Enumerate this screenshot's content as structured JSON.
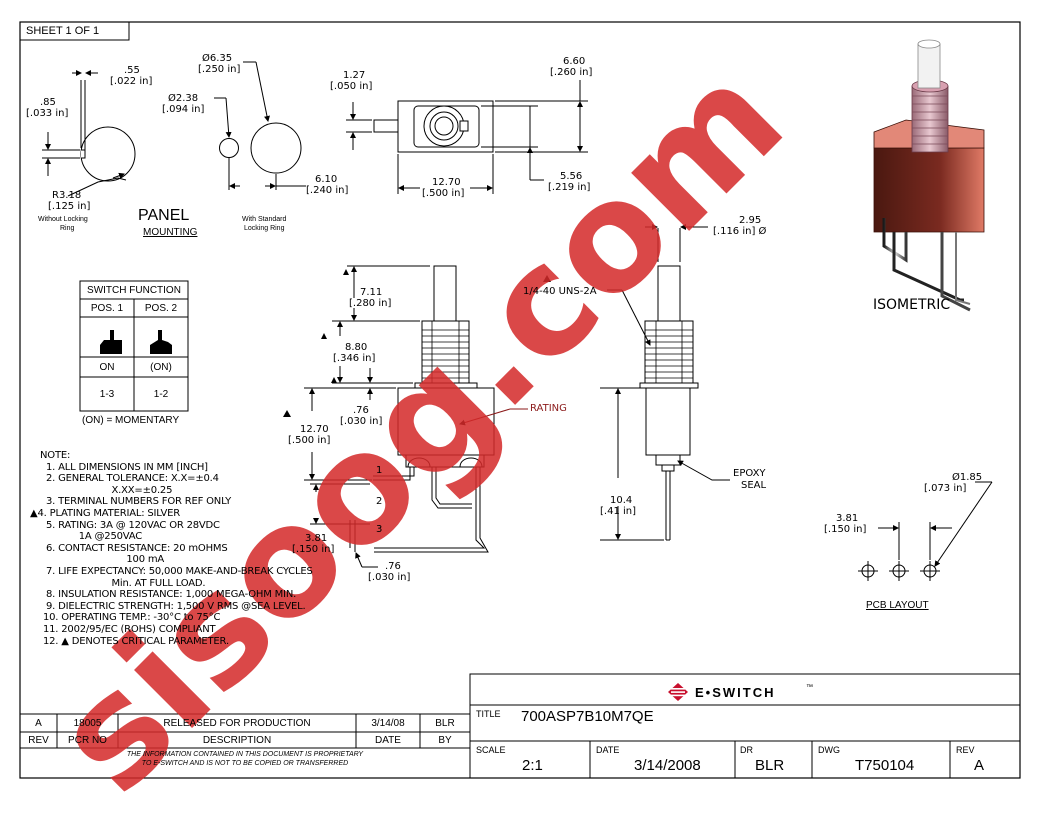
{
  "sheet_label": "SHEET 1 OF 1",
  "panel": {
    "dim_055": ".55",
    "dim_055_in": "[.022 in]",
    "dim_085": ".85",
    "dim_085_in": "[.033 in]",
    "dim_dia635": "Ø6.35",
    "dim_dia635_in": "[.250 in]",
    "dim_dia238": "Ø2.38",
    "dim_dia238_in": "[.094 in]",
    "dim_r318": "R3.18",
    "dim_r318_in": "[.125 in]",
    "dim_610": "6.10",
    "dim_610_in": "[.240 in]",
    "without_ring_1": "Without Locking",
    "without_ring_2": "Ring",
    "with_ring_1": "With Standard",
    "with_ring_2": "Locking Ring",
    "panel_title": "PANEL",
    "panel_sub": "MOUNTING"
  },
  "top_view": {
    "dim_127": "1.27",
    "dim_127_in": "[.050 in]",
    "dim_660": "6.60",
    "dim_660_in": "[.260 in]",
    "dim_556": "5.56",
    "dim_556_in": "[.219 in]",
    "dim_1270": "12.70",
    "dim_1270_in": "[.500 in]"
  },
  "switch_function": {
    "title": "SWITCH FUNCTION",
    "pos1": "POS. 1",
    "pos2": "POS. 2",
    "state1": "ON",
    "state2": "(ON)",
    "term1": "1-3",
    "term2": "1-2",
    "momentary": "(ON) = MOMENTARY"
  },
  "front_view": {
    "dim_711": "7.11",
    "dim_711_in": "[.280 in]",
    "dim_880": "8.80",
    "dim_880_in": "[.346 in]",
    "dim_1270": "12.70",
    "dim_1270_in": "[.500 in]",
    "dim_076a": ".76",
    "dim_076a_in": "[.030 in]",
    "dim_381": "3.81",
    "dim_381_in": "[.150 in]",
    "dim_076b": ".76",
    "dim_076b_in": "[.030 in]",
    "rating": "RATING",
    "term_1": "1",
    "term_2": "2",
    "term_3": "3"
  },
  "side_view": {
    "dim_295": "2.95",
    "dim_295_in": "[.116 in] Ø",
    "thread": "1/4-40 UNS-2A",
    "epoxy_1": "EPOXY",
    "epoxy_2": "SEAL",
    "dim_104": "10.4",
    "dim_104_in": "[.41 in]"
  },
  "isometric_label": "ISOMETRIC",
  "pcb": {
    "dim_dia185": "Ø1.85",
    "dim_dia185_in": "[.073 in]",
    "dim_381": "3.81",
    "dim_381_in": "[.150 in]",
    "title": "PCB LAYOUT"
  },
  "notes": [
    "NOTE:",
    "  1. ALL DIMENSIONS IN MM [INCH]",
    "  2. GENERAL TOLERANCE: X.X=±0.4",
    "                        X.XX=±0.25",
    "  3. TERMINAL NUMBERS FOR REF ONLY",
    "▲4. PLATING MATERIAL: SILVER",
    "  5. RATING: 3A @ 120VAC OR 28VDC",
    "             1A @250VAC",
    "  6. CONTACT RESISTANCE: 20 mOHMS",
    "                             100 mA",
    "  7. LIFE EXPECTANCY: 50,000 MAKE-AND-BREAK CYCLES",
    "                        Min. AT FULL LOAD.",
    "  8. INSULATION RESISTANCE: 1,000 MEGA-OHM MIN.",
    "  9. DIELECTRIC STRENGTH: 1,500 V RMS @SEA LEVEL.",
    " 10. OPERATING TEMP.: -30°C to 75°C",
    " 11. 2002/95/EC (ROHS) COMPLIANT",
    " 12. ▲ DENOTES CRITICAL PARAMETER."
  ],
  "revision": {
    "rev": "A",
    "pcr": "18005",
    "description": "RELEASED FOR PRODUCTION",
    "date": "3/14/08",
    "by": "BLR",
    "h_rev": "REV",
    "h_pcr": "PCR NO",
    "h_desc": "DESCRIPTION",
    "h_date": "DATE",
    "h_by": "BY",
    "prop_1": "THE INFORMATION CONTAINED IN THIS DOCUMENT IS PROPRIETARY",
    "prop_2": "TO E-SWITCH AND IS NOT TO BE COPIED OR TRANSFERRED"
  },
  "title_block": {
    "brand": "E•SWITCH",
    "brand_tm": "™",
    "title_label": "TITLE",
    "title": "700ASP7B10M7QE",
    "scale_label": "SCALE",
    "scale": "2:1",
    "date_label": "DATE",
    "date": "3/14/2008",
    "dr_label": "DR",
    "dr": "BLR",
    "dwg_label": "DWG",
    "dwg": "T750104",
    "rev_label": "REV",
    "rev": "A"
  },
  "watermark": "sisoog.com",
  "colors": {
    "watermark": "#d42a2a",
    "brand": "#c8102e",
    "leader": "#8b1a1a",
    "body_dark": "#5a2018",
    "body_light": "#d86a58"
  }
}
